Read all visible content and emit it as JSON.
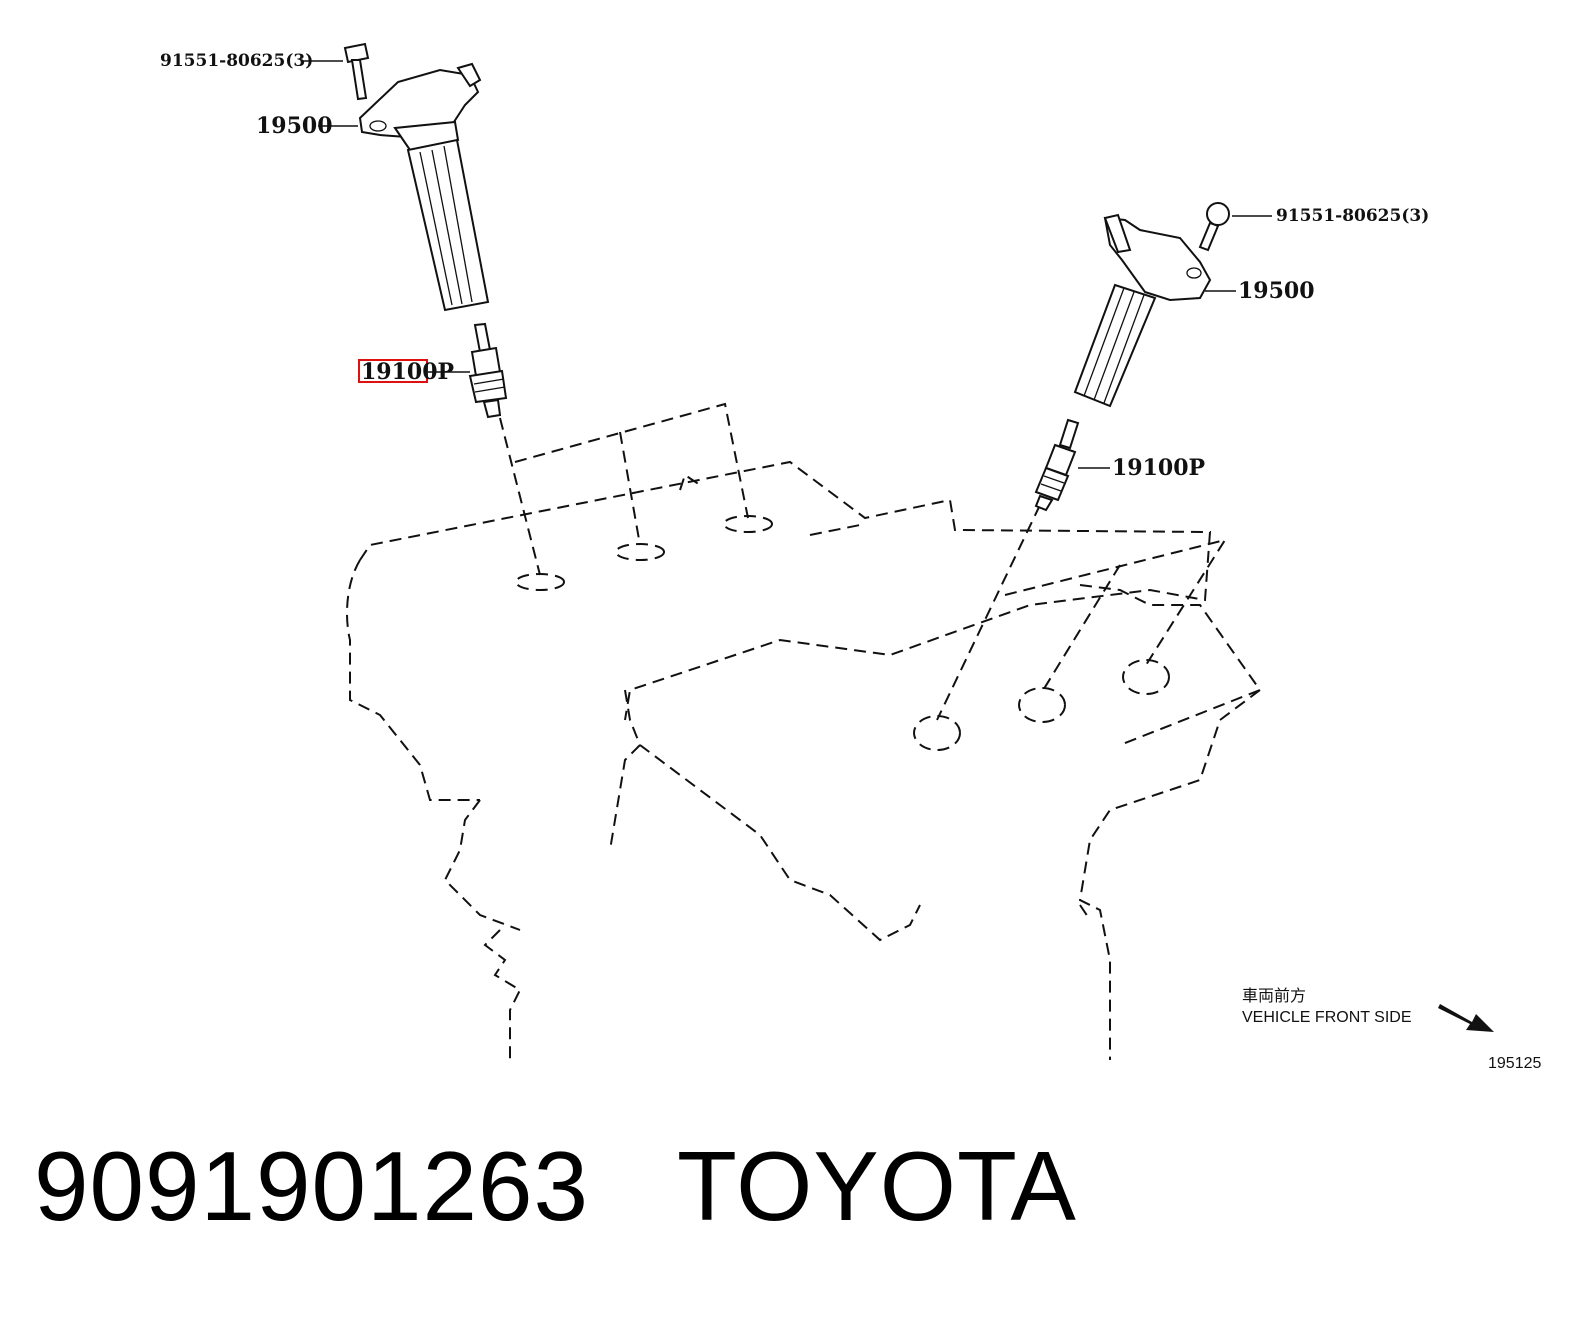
{
  "callouts": {
    "bolt_left": "91551-80625(3)",
    "coil_left": "19500",
    "plug_left": "19100P",
    "bolt_right": "91551-80625(3)",
    "coil_right": "19500",
    "plug_right": "19100P"
  },
  "highlight": {
    "target": "plug_left",
    "color": "#dd1111"
  },
  "direction_note": {
    "japanese": "車両前方",
    "english": "VEHICLE FRONT SIDE"
  },
  "figure_number": "195125",
  "footer": {
    "part_number": "9091901263",
    "brand": "TOYOTA"
  }
}
